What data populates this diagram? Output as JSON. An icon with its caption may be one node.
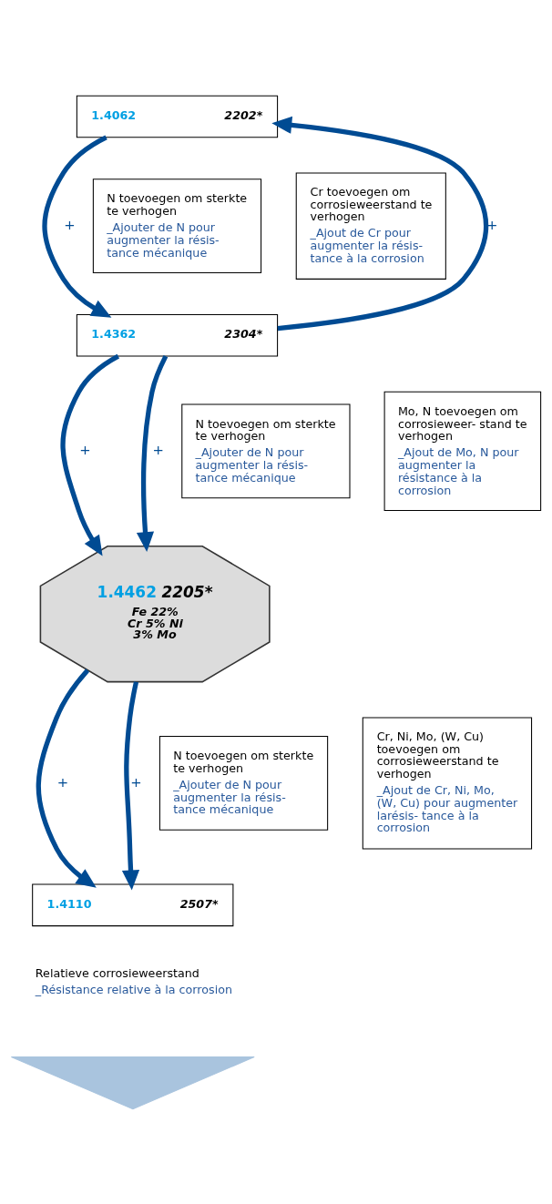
{
  "diagram": {
    "nodes": [
      {
        "text": [
          "1.4062",
          "2202*"
        ]
      },
      {
        "text": [
          "1.4362",
          "2304*"
        ]
      },
      {
        "text": [
          "1.4462",
          "2205*",
          "Fe 22% Cr 5% Ni 3% Mo"
        ]
      },
      {
        "text": [
          "1.4110",
          "2507*"
        ]
      },
      {
        "text": [
          "N toevoegen om sterkte te verhogen",
          "_Ajouter de N pour augmenter la résis- tance mécanique"
        ]
      },
      {
        "text": [
          "Cr toevoegen om corrosieweerstand te verhogen",
          "_Ajout de Cr pour augmenter la résis- tance à la corrosion"
        ]
      },
      {
        "text": [
          "N toevoegen om sterkte te verhogen",
          "_Ajouter de N pour augmenter la résis- tance mécanique"
        ]
      },
      {
        "text": [
          "Mo, N toevoegen om corrosieweer- stand te verhogen",
          "_Ajout de Mo, N pour augmenter la résistance à la corrosion"
        ]
      },
      {
        "text": [
          "N toevoegen om sterkte te verhogen",
          "_Ajouter de N pour augmenter la résis- tance mécanique"
        ]
      },
      {
        "text": [
          "Cr, Ni, Mo, (W, Cu) toevoegen om corrosieweerstand te verhogen",
          "_Ajout de Cr, Ni, Mo, (W, Cu) pour augmenter larésis- tance à la corrosion"
        ]
      },
      {
        "text": [],
        "shape": "arrow"
      }
    ],
    "edges": [
      {
        "from": 1,
        "to": 0,
        "arrow": "to",
        "label": "+"
      },
      {
        "from": 0,
        "to": 1,
        "arrow": "to",
        "label": "+"
      },
      {
        "from": 1,
        "to": 2,
        "arrow": "to",
        "label": "+"
      },
      {
        "from": 1,
        "to": 2,
        "arrow": "to",
        "label": "+"
      },
      {
        "from": 2,
        "to": 3,
        "arrow": "to",
        "label": "+"
      },
      {
        "from": 2,
        "to": 3,
        "arrow": "to",
        "label": "+"
      }
    ],
    "labels": [
      "Relatieve corrosieweerstand",
      "_Résistance relative à la corrosion"
    ]
  }
}
